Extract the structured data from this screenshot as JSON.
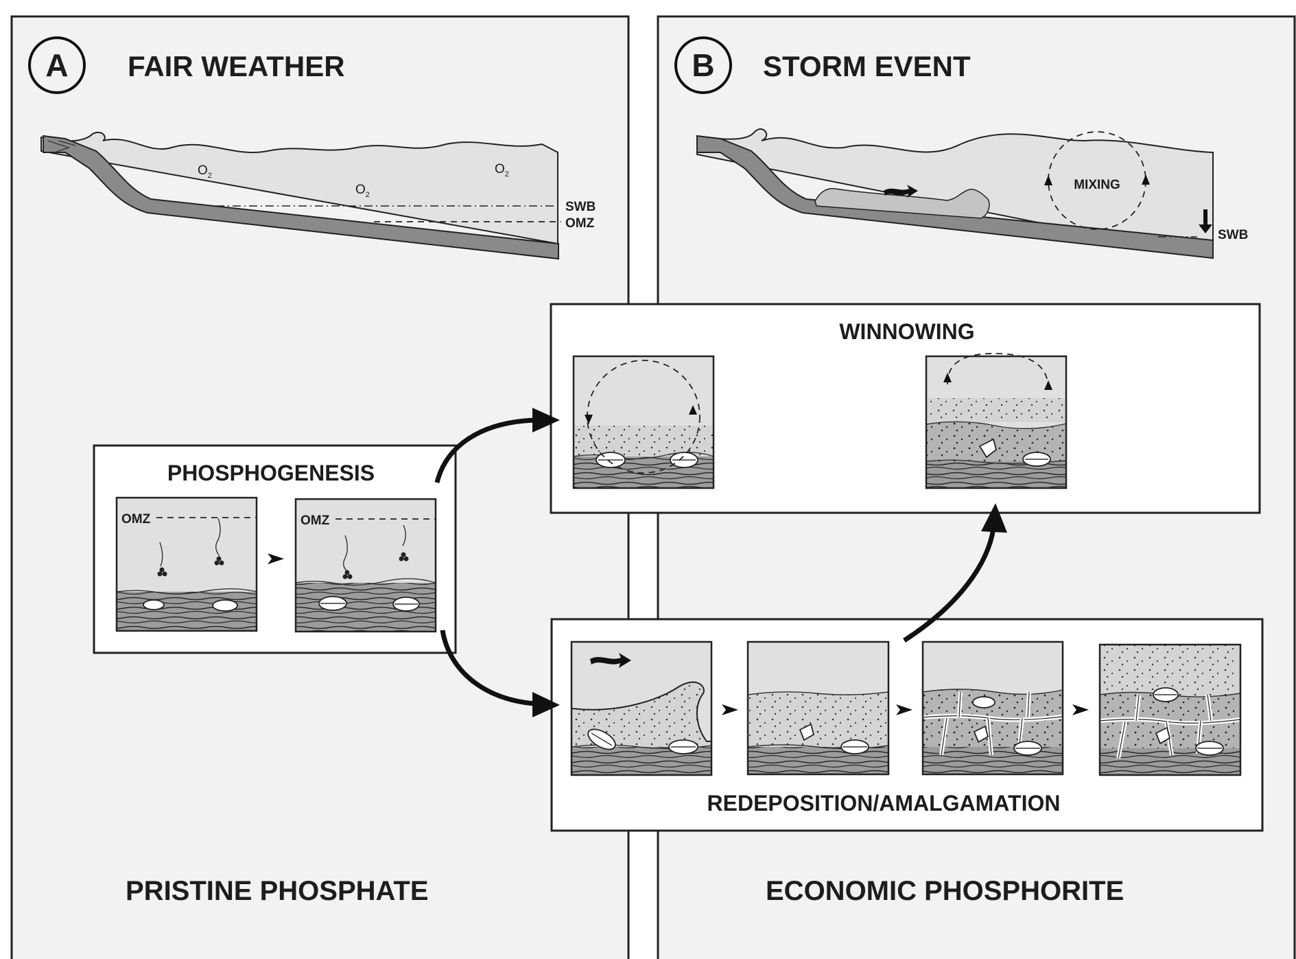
{
  "panel_a": {
    "badge": "A",
    "title": "FAIR WEATHER",
    "footer": "PRISTINE PHOSPHATE",
    "o2_label": "O",
    "o2_sub": "2",
    "swb_label": "SWB",
    "omz_label": "OMZ"
  },
  "panel_b": {
    "badge": "B",
    "title": "STORM EVENT",
    "footer": "ECONOMIC PHOSPHORITE",
    "mixing_label": "MIXING",
    "swb_label": "SWB"
  },
  "phosphogenesis": {
    "title": "PHOSPHOGENESIS",
    "omz_label": "OMZ"
  },
  "winnowing": {
    "title": "WINNOWING"
  },
  "redeposition": {
    "title": "REDEPOSITION/AMALGAMATION"
  },
  "colors": {
    "panel_bg": "#f2f2f2",
    "water": "#e2e2e2",
    "seabed": "#8a8a8a",
    "outline": "#222222"
  }
}
